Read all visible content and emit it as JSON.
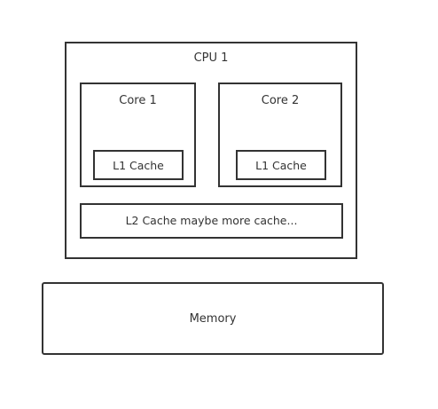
{
  "diagram": {
    "cpu": {
      "label": "CPU 1",
      "cores": [
        {
          "label": "Core 1",
          "cache_label": "L1 Cache"
        },
        {
          "label": "Core 2",
          "cache_label": "L1 Cache"
        }
      ],
      "shared_cache_label": "L2 Cache maybe more cache..."
    },
    "memory": {
      "label": "Memory"
    }
  },
  "colors": {
    "stroke": "#333333",
    "background": "#ffffff"
  }
}
